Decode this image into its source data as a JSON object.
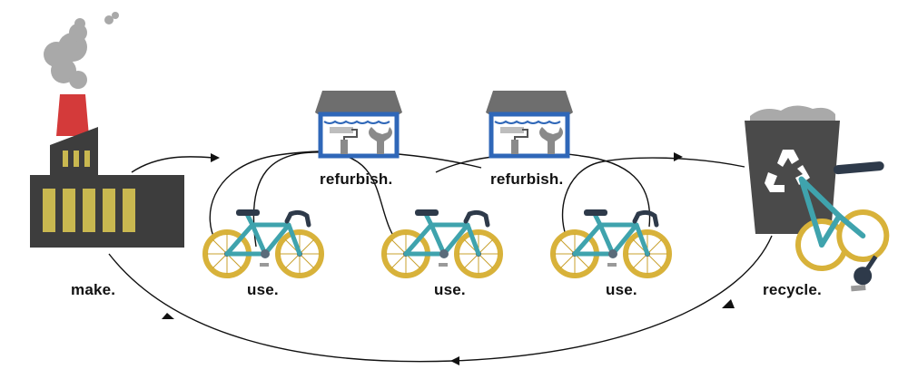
{
  "labels": {
    "make": "make.",
    "use_1": "use.",
    "refurbish_1": "refurbish.",
    "use_2": "use.",
    "refurbish_2": "refurbish.",
    "use_3": "use.",
    "recycle": "recycle."
  },
  "colors": {
    "factory": "#3d3d3d",
    "chimney": "#d43a3a",
    "smoke": "#a9a9a9",
    "window": "#c9b850",
    "shop_roof": "#6e6e6e",
    "shop_frame": "#2f67b8",
    "bike_frame": "#3fa3ad",
    "tire": "#d8b23a",
    "bin": "#4a4a4a",
    "arrow": "#111111"
  },
  "icons": [
    "factory-icon",
    "shop-icon",
    "bicycle-icon",
    "recycle-bin-icon",
    "wrench-icon",
    "paint-roller-icon"
  ]
}
